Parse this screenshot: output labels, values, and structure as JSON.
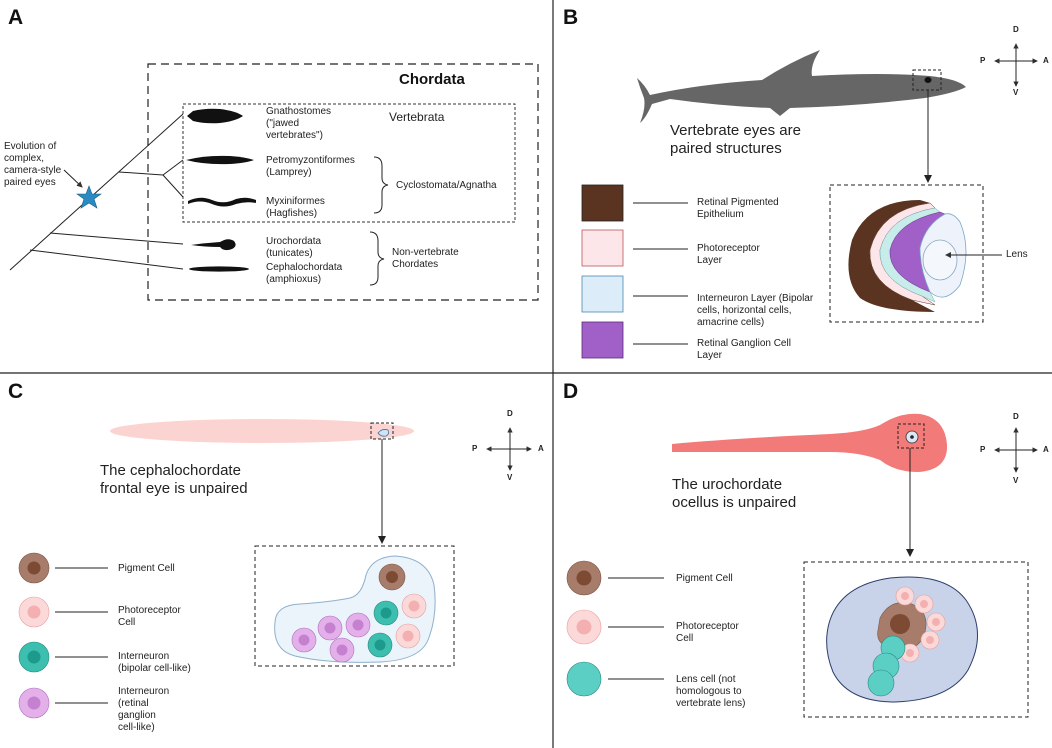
{
  "panels": {
    "a": "A",
    "b": "B",
    "c": "C",
    "d": "D"
  },
  "panel_a": {
    "chordata_title": "Chordata",
    "vertebrata_label": "Vertebrata",
    "evolution_note": "Evolution of\ncomplex,\ncamera-style\npaired eyes",
    "taxa": [
      "Gnathostomes\n(\"jawed\nvertebrates\")",
      "Petromyzontiformes\n(Lamprey)",
      "Myxiniformes\n(Hagfishes)",
      "Urochordata\n(tunicates)",
      "Cephalochordata\n(amphioxus)"
    ],
    "cyclostomata_label": "Cyclostomata/Agnatha",
    "nonvert_label": "Non-vertebrate\nChordates"
  },
  "panel_b": {
    "caption": "Vertebrate eyes are\npaired structures",
    "lens_label": "Lens",
    "legend": [
      {
        "label": "Retinal Pigmented\nEpithelium",
        "color": "#5a3420"
      },
      {
        "label": "Photoreceptor\nLayer",
        "color": "#fde6ea"
      },
      {
        "label": "Interneuron Layer (Bipolar\ncells, horizontal cells,\namacrine cells)",
        "color": "#dcecf8"
      },
      {
        "label": "Retinal Ganglion Cell\nLayer",
        "color": "#a060c8"
      }
    ]
  },
  "panel_c": {
    "caption": "The cephalochordate\nfrontal eye is  unpaired",
    "legend": [
      {
        "label": "Pigment Cell",
        "color": "#a87c6a"
      },
      {
        "label": "Photoreceptor\nCell",
        "color": "#f9c2c2"
      },
      {
        "label": "Interneuron\n(bipolar cell-like)",
        "color": "#3dbfb0"
      },
      {
        "label": "Interneuron\n(retinal\nganglion\ncell-like)",
        "color": "#d89ae0"
      }
    ]
  },
  "panel_d": {
    "caption": "The urochordate\nocellus is unpaired",
    "legend": [
      {
        "label": "Pigment Cell",
        "color": "#a87c6a"
      },
      {
        "label": "Photoreceptor\nCell",
        "color": "#f9c2c2"
      },
      {
        "label": "Lens cell (not\nhomologous to\nvertebrate lens)",
        "color": "#5ccfc4"
      }
    ]
  },
  "axes": {
    "d": "D",
    "v": "V",
    "p": "P",
    "a": "A"
  }
}
